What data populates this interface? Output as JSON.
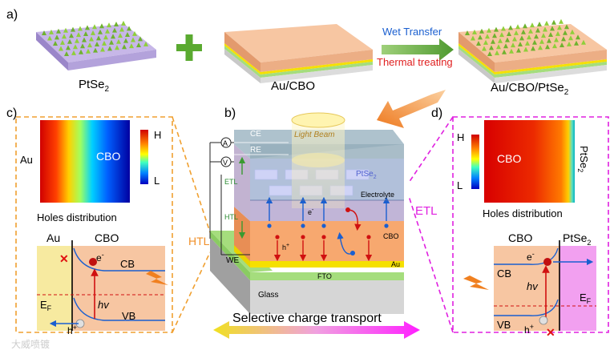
{
  "panels": {
    "a": "a)",
    "b": "b)",
    "c": "c)",
    "d": "d)"
  },
  "row_a": {
    "sample1": "PtSe",
    "sample1_sub": "2",
    "sample2": "Au/CBO",
    "sample3": "Au/CBO/PtSe",
    "sample3_sub": "2",
    "step_wet": "Wet Transfer",
    "step_thermal": "Thermal treating"
  },
  "panel_b": {
    "light_beam": "Light Beam",
    "ce": "CE",
    "re": "RE",
    "we": "WE",
    "meter_a": "A",
    "meter_v": "V",
    "etl": "ETL",
    "htl_inner": "HTL",
    "htl_outer": "HTL",
    "ptse": "PtSe",
    "ptse_sub": "2",
    "electrolyte": "Electrolyte",
    "cbo": "CBO",
    "au": "Au",
    "fto": "FTO",
    "glass": "Glass",
    "electron": "e",
    "electron_sup": "-",
    "hole": "h",
    "hole_sup": "+"
  },
  "panel_c": {
    "au": "Au",
    "cbo": "CBO",
    "scale_h": "H",
    "scale_l": "L",
    "holes_title": "Holes distribution",
    "band_au": "Au",
    "band_cbo": "CBO",
    "cb": "CB",
    "vb": "VB",
    "ef": "E",
    "ef_sub": "F",
    "hv": "hv",
    "electron": "e",
    "electron_sup": "-",
    "hole": "h",
    "hole_sup": "+"
  },
  "panel_d": {
    "cbo": "CBO",
    "ptse": "PtSe",
    "ptse_sub": "2",
    "scale_h": "H",
    "scale_l": "L",
    "holes_title": "Holes distribution",
    "band_cbo": "CBO",
    "band_ptse": "PtSe",
    "band_ptse_sub": "2",
    "cb": "CB",
    "vb": "VB",
    "ef": "E",
    "ef_sub": "F",
    "hv": "hv",
    "electron": "e",
    "electron_sup": "-",
    "hole": "h",
    "hole_sup": "+",
    "etl": "ETL"
  },
  "bottom": {
    "caption": "Selective charge transport",
    "watermark": "大威喷镀"
  },
  "colors": {
    "orange_dash": "#f0a030",
    "magenta_dash": "#e020e0",
    "wet_blue": "#1a5fd0",
    "thermal_red": "#e02020",
    "plus_green": "#5aaa30",
    "cbo_orange": "#f6b58a",
    "au_yellow": "#f5e000",
    "fto_green": "#a5dd7d"
  }
}
